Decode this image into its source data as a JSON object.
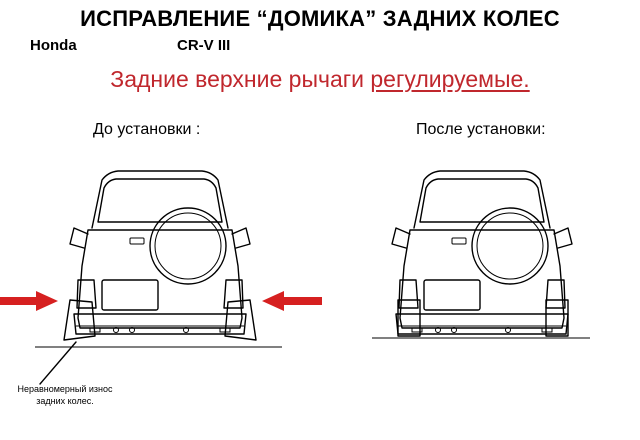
{
  "header": {
    "title": "ИСПРАВЛЕНИЕ “ДОМИКА” ЗАДНИХ КОЛЕС",
    "make": "Honda",
    "model": "CR-V III"
  },
  "subtitle": {
    "prefix": "Задние верхние рычаги ",
    "emphasis": "регулируемые."
  },
  "captions": {
    "before": "До установки :",
    "after": "После установки:"
  },
  "note": {
    "line1": "Неравномерный износ",
    "line2": "задних колес."
  },
  "colors": {
    "accent": "#c0272d",
    "arrow": "#d62020",
    "ink": "#000000"
  }
}
